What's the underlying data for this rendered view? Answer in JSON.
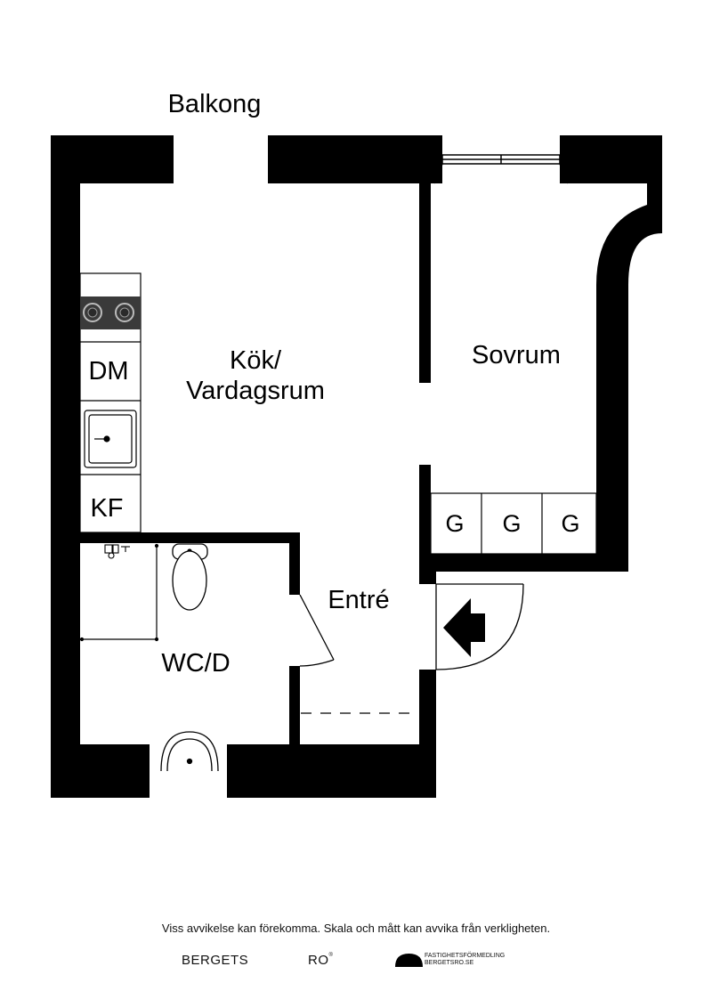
{
  "rooms": {
    "balcony": "Balkong",
    "kitchen_line1": "Kök/",
    "kitchen_line2": "Vardagsrum",
    "bedroom": "Sovrum",
    "entrance": "Entré",
    "bathroom": "WC/D"
  },
  "appliances": {
    "dishwasher": "DM",
    "fridge_freezer": "KF",
    "wardrobe_1": "G",
    "wardrobe_2": "G",
    "wardrobe_3": "G"
  },
  "footer": {
    "disclaimer": "Viss avvikelse kan förekomma. Skala och mått kan avvika från verkligheten.",
    "brand_left": "BERGETS",
    "brand_right": "RO",
    "brand_right_mark": "®",
    "brand_small_1": "FASTIGHETSFÖRMEDLING",
    "brand_small_2": "BERGETSRO.SE"
  },
  "colors": {
    "wall": "#000000",
    "stove": "#3a3a3a",
    "background": "#ffffff"
  }
}
